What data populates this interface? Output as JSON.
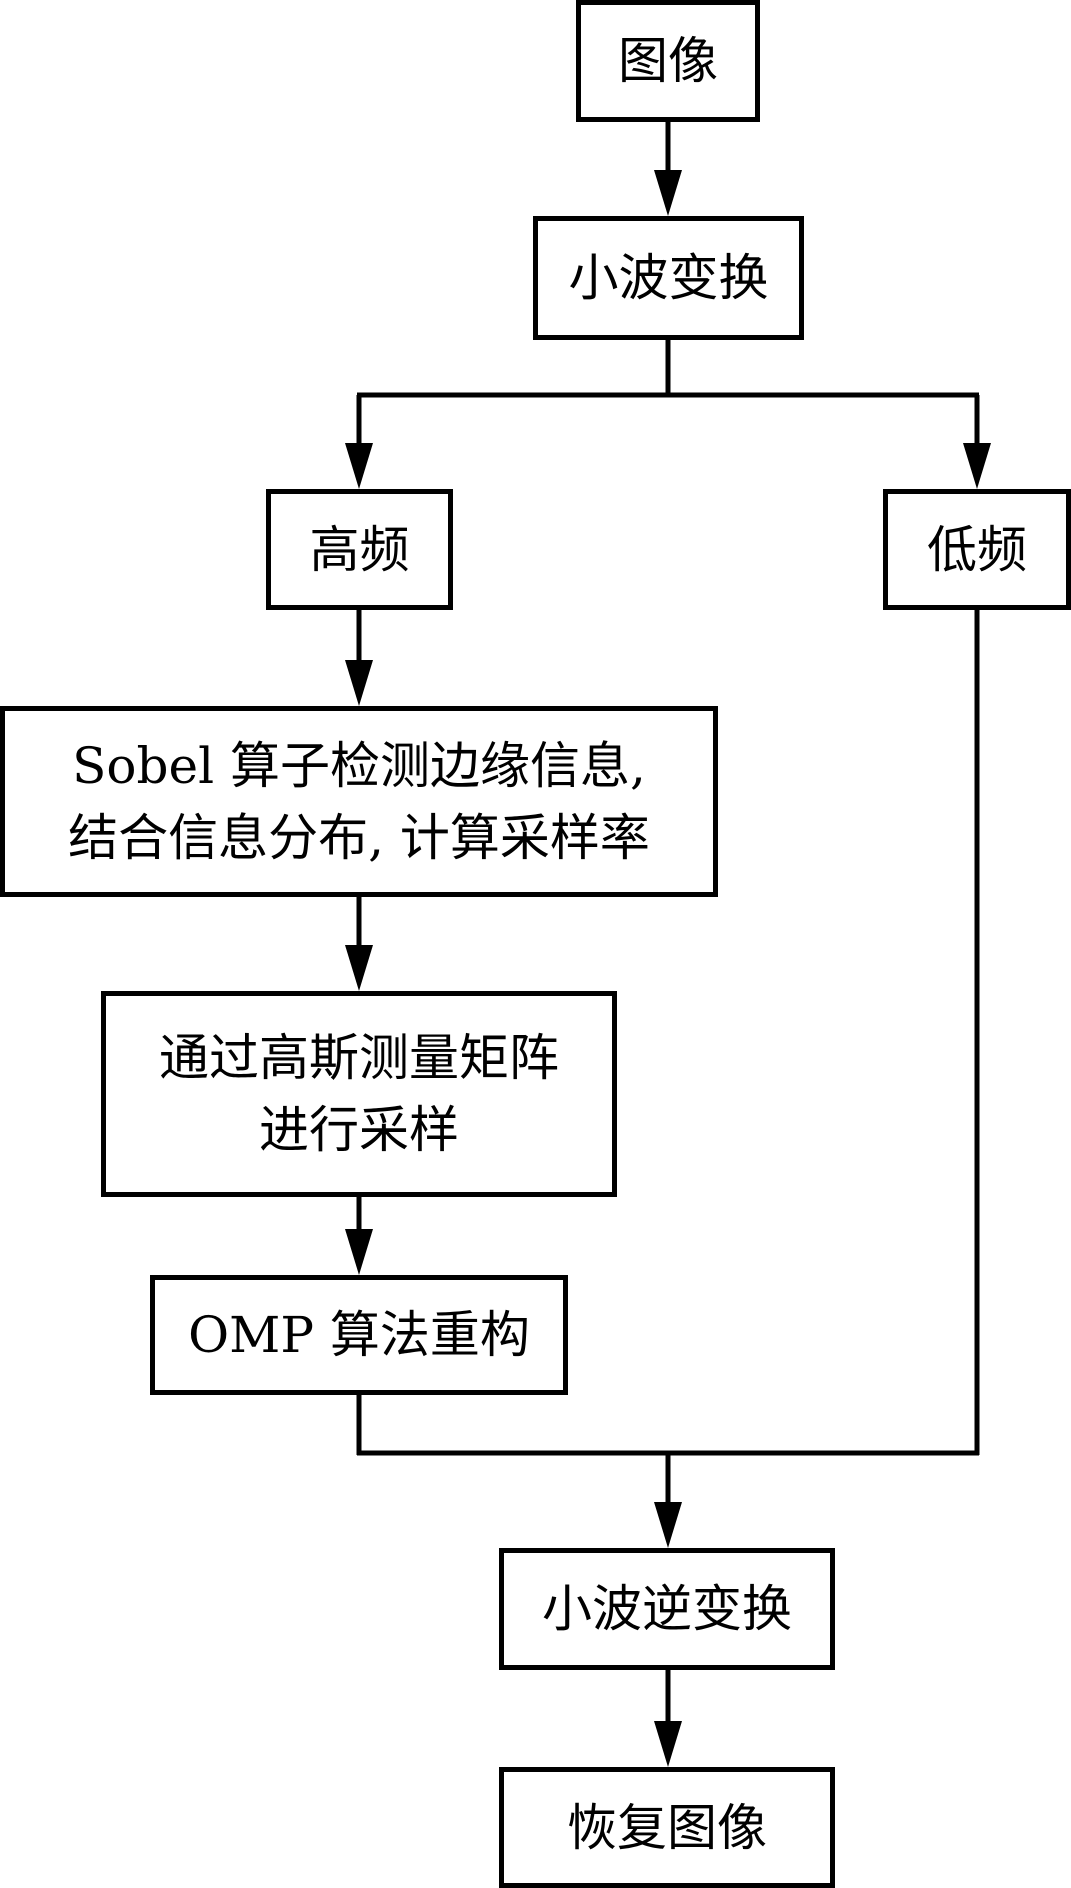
{
  "diagram": {
    "type": "flowchart",
    "colors": {
      "stroke": "#000000",
      "fill": "#ffffff",
      "text": "#000000"
    },
    "nodes": [
      {
        "id": "image",
        "label": "图像"
      },
      {
        "id": "wavelet",
        "label": "小波变换"
      },
      {
        "id": "high_freq",
        "label": "高频"
      },
      {
        "id": "low_freq",
        "label": "低频"
      },
      {
        "id": "sobel",
        "label": "Sobel 算子检测边缘信息,\n结合信息分布, 计算采样率"
      },
      {
        "id": "gaussian",
        "label": "通过高斯测量矩阵\n进行采样"
      },
      {
        "id": "omp",
        "label": "OMP 算法重构"
      },
      {
        "id": "inverse_wavelet",
        "label": "小波逆变换"
      },
      {
        "id": "restore",
        "label": "恢复图像"
      }
    ],
    "edges": [
      {
        "from": "image",
        "to": "wavelet"
      },
      {
        "from": "wavelet",
        "to": "high_freq"
      },
      {
        "from": "wavelet",
        "to": "low_freq"
      },
      {
        "from": "high_freq",
        "to": "sobel"
      },
      {
        "from": "sobel",
        "to": "gaussian"
      },
      {
        "from": "gaussian",
        "to": "omp"
      },
      {
        "from": "omp",
        "to": "inverse_wavelet"
      },
      {
        "from": "low_freq",
        "to": "inverse_wavelet"
      },
      {
        "from": "inverse_wavelet",
        "to": "restore"
      }
    ]
  }
}
